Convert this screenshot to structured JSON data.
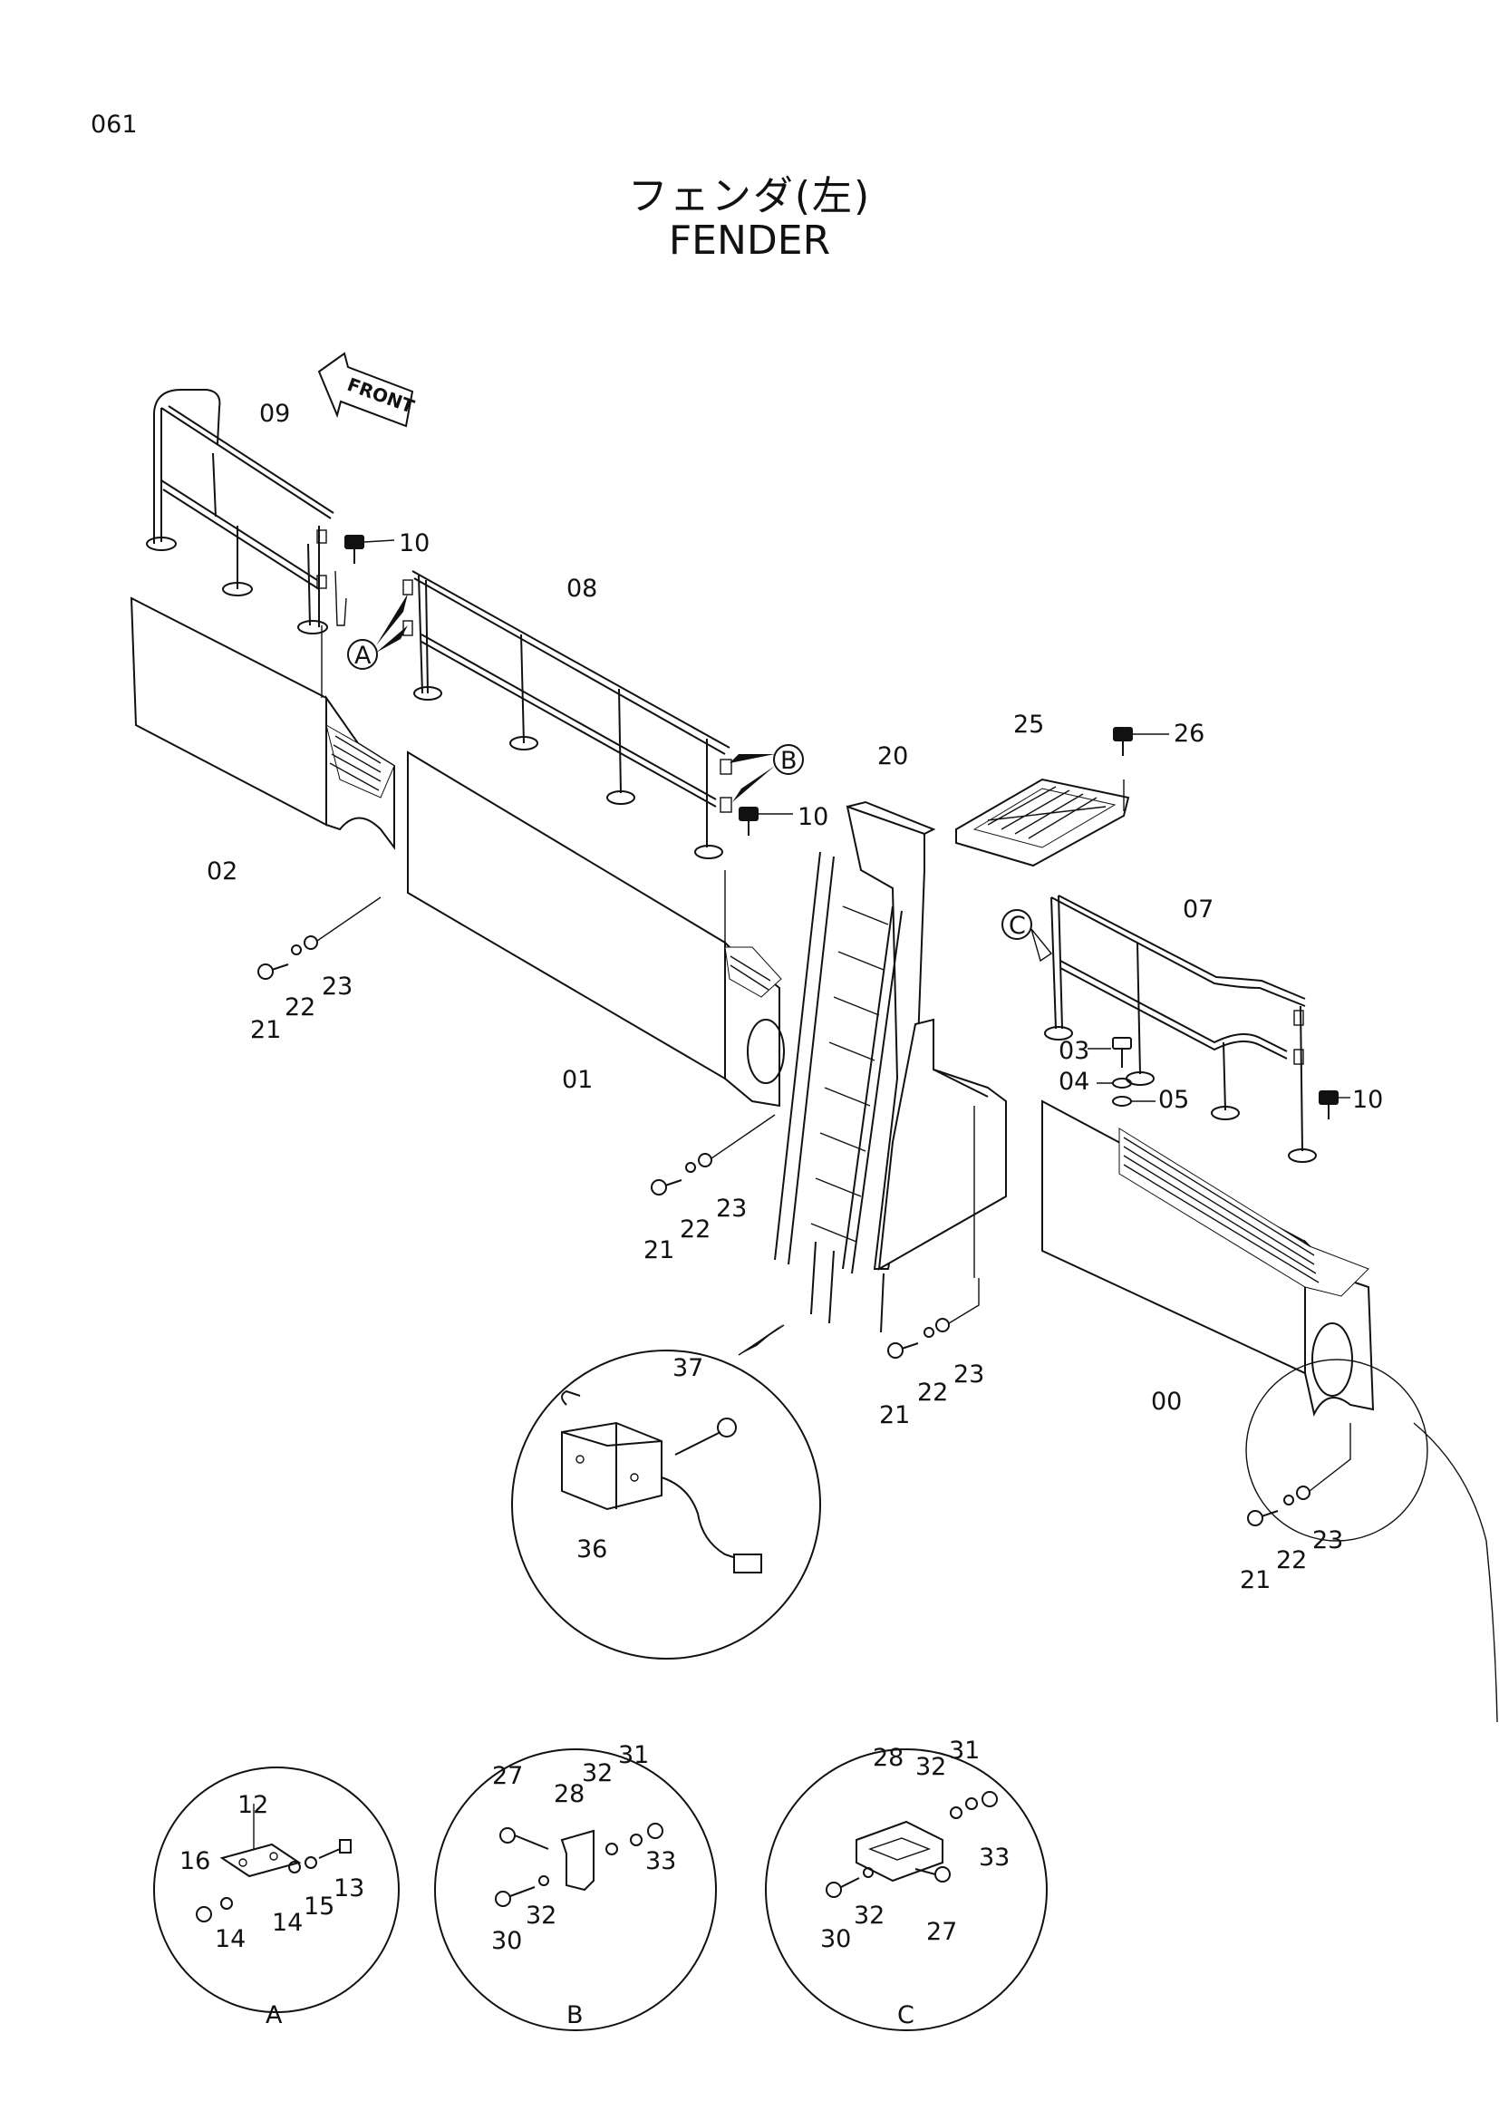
{
  "page_number": "061",
  "title_ja": "フェンダ(左)",
  "title_en": "FENDER",
  "front_label": "FRONT",
  "callouts": {
    "A": "A",
    "B": "B",
    "C": "C"
  },
  "detail_labels": {
    "A": "A",
    "B": "B",
    "C": "C"
  },
  "part_labels": {
    "p00": "00",
    "p01": "01",
    "p02": "02",
    "p03": "03",
    "p04": "04",
    "p05": "05",
    "p07": "07",
    "p08": "08",
    "p09": "09",
    "p10a": "10",
    "p10b": "10",
    "p10c": "10",
    "p20": "20",
    "p25": "25",
    "p26": "26",
    "p21a": "21",
    "p22a": "22",
    "p23a": "23",
    "p21b": "21",
    "p22b": "22",
    "p23b": "23",
    "p21c": "21",
    "p22c": "22",
    "p23c": "23",
    "p21d": "21",
    "p22d": "22",
    "p23d": "23",
    "p36": "36",
    "p37": "37",
    "pA12": "12",
    "pA13": "13",
    "pA14a": "14",
    "pA14b": "14",
    "pA15": "15",
    "pA16": "16",
    "pB27": "27",
    "pB28": "28",
    "pB30": "30",
    "pB31": "31",
    "pB32a": "32",
    "pB32b": "32",
    "pB33": "33",
    "pC27": "27",
    "pC28": "28",
    "pC30": "30",
    "pC31": "31",
    "pC32a": "32",
    "pC32b": "32",
    "pC33": "33"
  }
}
